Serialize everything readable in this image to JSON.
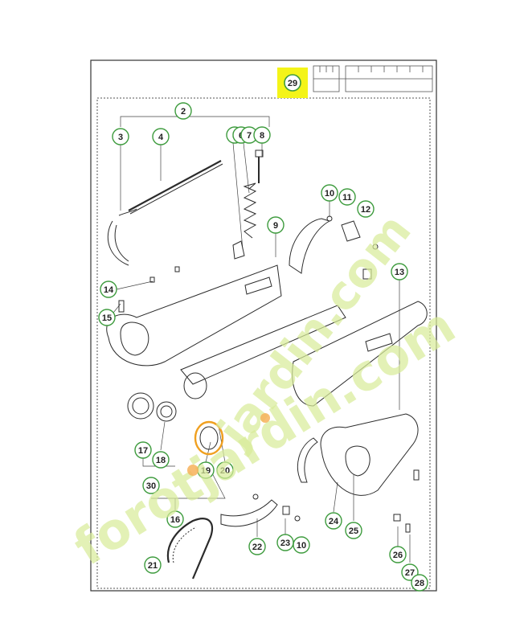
{
  "diagram": {
    "featured_part": "29",
    "callouts": [
      "2",
      "3",
      "4",
      "5",
      "6",
      "7",
      "8",
      "9",
      "10",
      "11",
      "12",
      "13",
      "14",
      "15",
      "16",
      "17",
      "18",
      "19",
      "20",
      "21",
      "22",
      "23",
      "10",
      "24",
      "25",
      "26",
      "27",
      "28",
      "30"
    ],
    "colors": {
      "callout_stroke": "#3d9b3d",
      "featured_fill": "#f4f418",
      "highlight_stroke": "#f0a020",
      "watermark_green": "#d9ec9a",
      "watermark_orange": "#f7b15a",
      "line": "#333333"
    }
  },
  "watermark": {
    "text": "forotjardin.com",
    "diagonal": "jardin.com"
  }
}
